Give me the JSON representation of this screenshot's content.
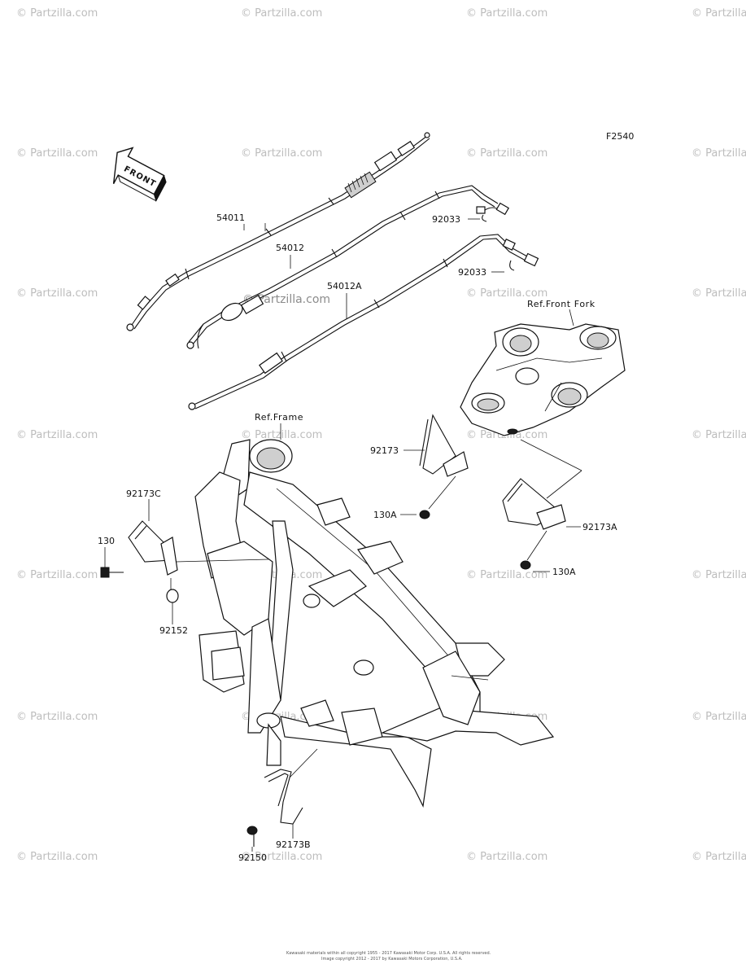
{
  "diagram_code": "F2540",
  "front_label": "FRONT",
  "watermark": "© Partzilla.com",
  "center_watermark": "© Partzilla.com",
  "refs": {
    "front_fork": "Ref.Front Fork",
    "frame": "Ref.Frame"
  },
  "parts": {
    "p54011": "54011",
    "p54012": "54012",
    "p54012A": "54012A",
    "p92033a": "92033",
    "p92033b": "92033",
    "p92173": "92173",
    "p92173A": "92173A",
    "p92173B": "92173B",
    "p92173C": "92173C",
    "p130": "130",
    "p130Aa": "130A",
    "p130Ab": "130A",
    "p92152": "92152",
    "p92150": "92150"
  },
  "footer": {
    "line1": "Kawasaki materials within all copyright 1955 - 2017 Kawasaki Motor Corp. U.S.A. All rights reserved.",
    "line2": "Image copyright 2012 - 2017 by Kawasaki Motors Corporation, U.S.A."
  },
  "colors": {
    "ink": "#111111",
    "watermark": "#bdbdbd",
    "background": "#ffffff"
  }
}
